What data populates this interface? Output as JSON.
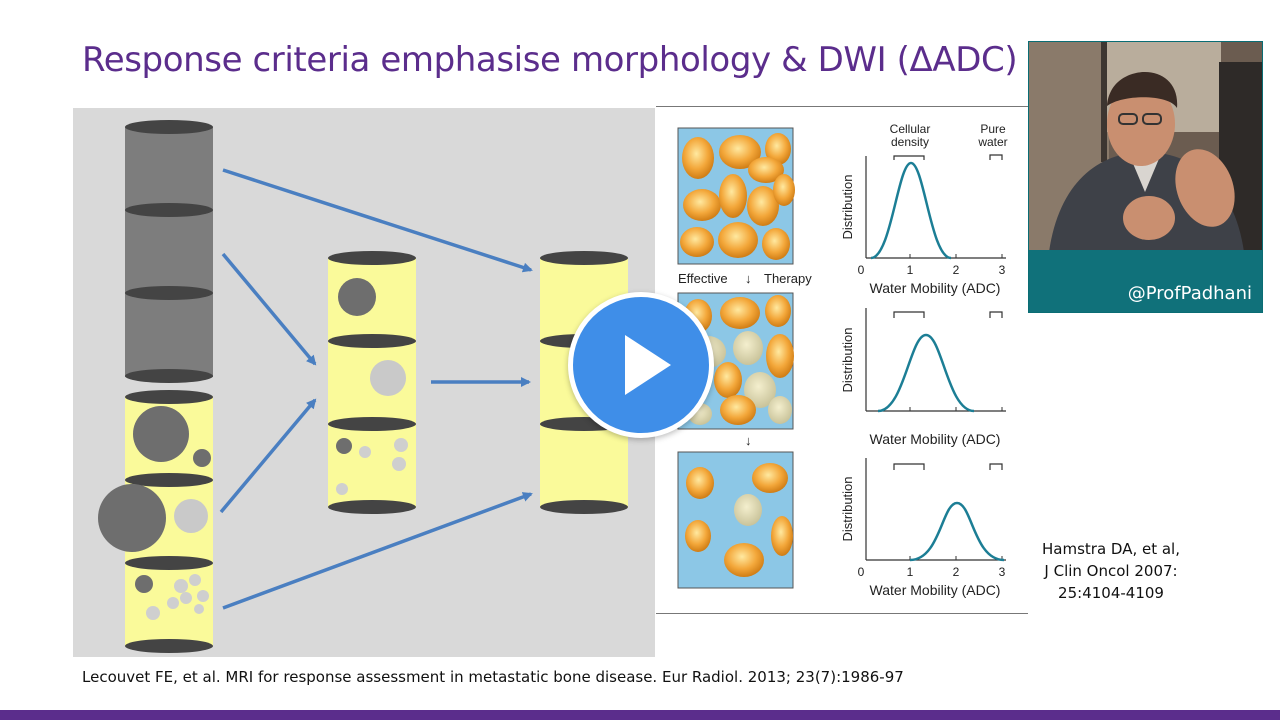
{
  "slide": {
    "title": "Response criteria emphasise morphology & DWI (ΔADC)",
    "citation_bottom": "Lecouvet FE, et al. MRI for response assessment in metastatic bone disease. Eur Radiol. 2013; 23(7):1986-97",
    "citation_right": [
      "Hamstra DA, et al,",
      "J Clin Oncol 2007:",
      "25:4104-4109"
    ]
  },
  "figure": {
    "therapy_label_effective": "Effective",
    "therapy_label_therapy": "Therapy",
    "plot_header_cellular": "Cellular",
    "plot_header_density": "density",
    "plot_header_pure": "Pure",
    "plot_header_water": "water",
    "y_axis_label": "Distribution",
    "x_axis_label": "Water Mobility (ADC)",
    "x_ticks": [
      "0",
      "1",
      "2",
      "3"
    ]
  },
  "webcam": {
    "handle": "@ProfPadhani"
  },
  "colors": {
    "title_purple": "#5b2d8c",
    "teal": "#10717a",
    "play_blue": "#3f8ee8",
    "arrow_blue": "#4a7fc1",
    "cylinder_yellow": "#fafa9a"
  },
  "icons": {
    "play": "play-icon"
  }
}
